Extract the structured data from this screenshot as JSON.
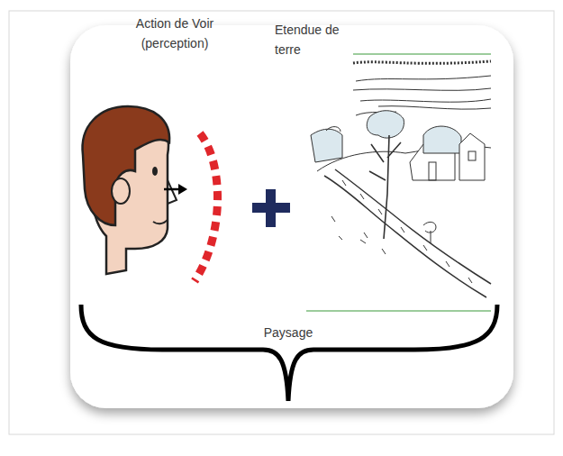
{
  "diagram": {
    "labels": [
      "Action de Voir (perception)",
      "Etendue de terre",
      "Paysage"
    ]
  }
}
